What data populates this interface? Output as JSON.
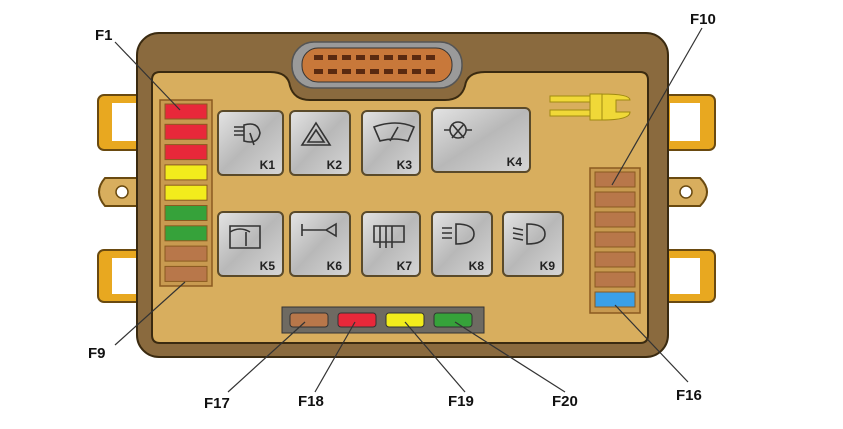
{
  "labels": {
    "f1": "F1",
    "f9": "F9",
    "f10": "F10",
    "f16": "F16",
    "f17": "F17",
    "f18": "F18",
    "f19": "F19",
    "f20": "F20"
  },
  "relays": [
    {
      "label": "K1",
      "icon": "headlight-washer-icon"
    },
    {
      "label": "K2",
      "icon": "hazard-triangle-icon"
    },
    {
      "label": "K3",
      "icon": "windshield-wiper-icon"
    },
    {
      "label": "K4",
      "icon": "lamp-failure-icon"
    },
    {
      "label": "K5",
      "icon": "power-window-icon"
    },
    {
      "label": "K6",
      "icon": "horn-icon"
    },
    {
      "label": "K7",
      "icon": "rear-defrost-icon"
    },
    {
      "label": "K8",
      "icon": "low-beam-icon"
    },
    {
      "label": "K9",
      "icon": "high-beam-icon"
    }
  ],
  "fuses": {
    "left": [
      "#e8283a",
      "#e8283a",
      "#e8283a",
      "#f2ec1c",
      "#f2ec1c",
      "#36a23a",
      "#36a23a",
      "#b8774a",
      "#b8774a"
    ],
    "right": [
      "#b8774a",
      "#b8774a",
      "#b8774a",
      "#b8774a",
      "#b8774a",
      "#b8774a",
      "#3aa0e8"
    ],
    "bottom": [
      "#b8774a",
      "#e8283a",
      "#f2ec1c",
      "#36a23a"
    ]
  },
  "colors": {
    "housing": "#8a6a3e",
    "panel": "#d8ae5e",
    "tab": "#e8a820"
  }
}
